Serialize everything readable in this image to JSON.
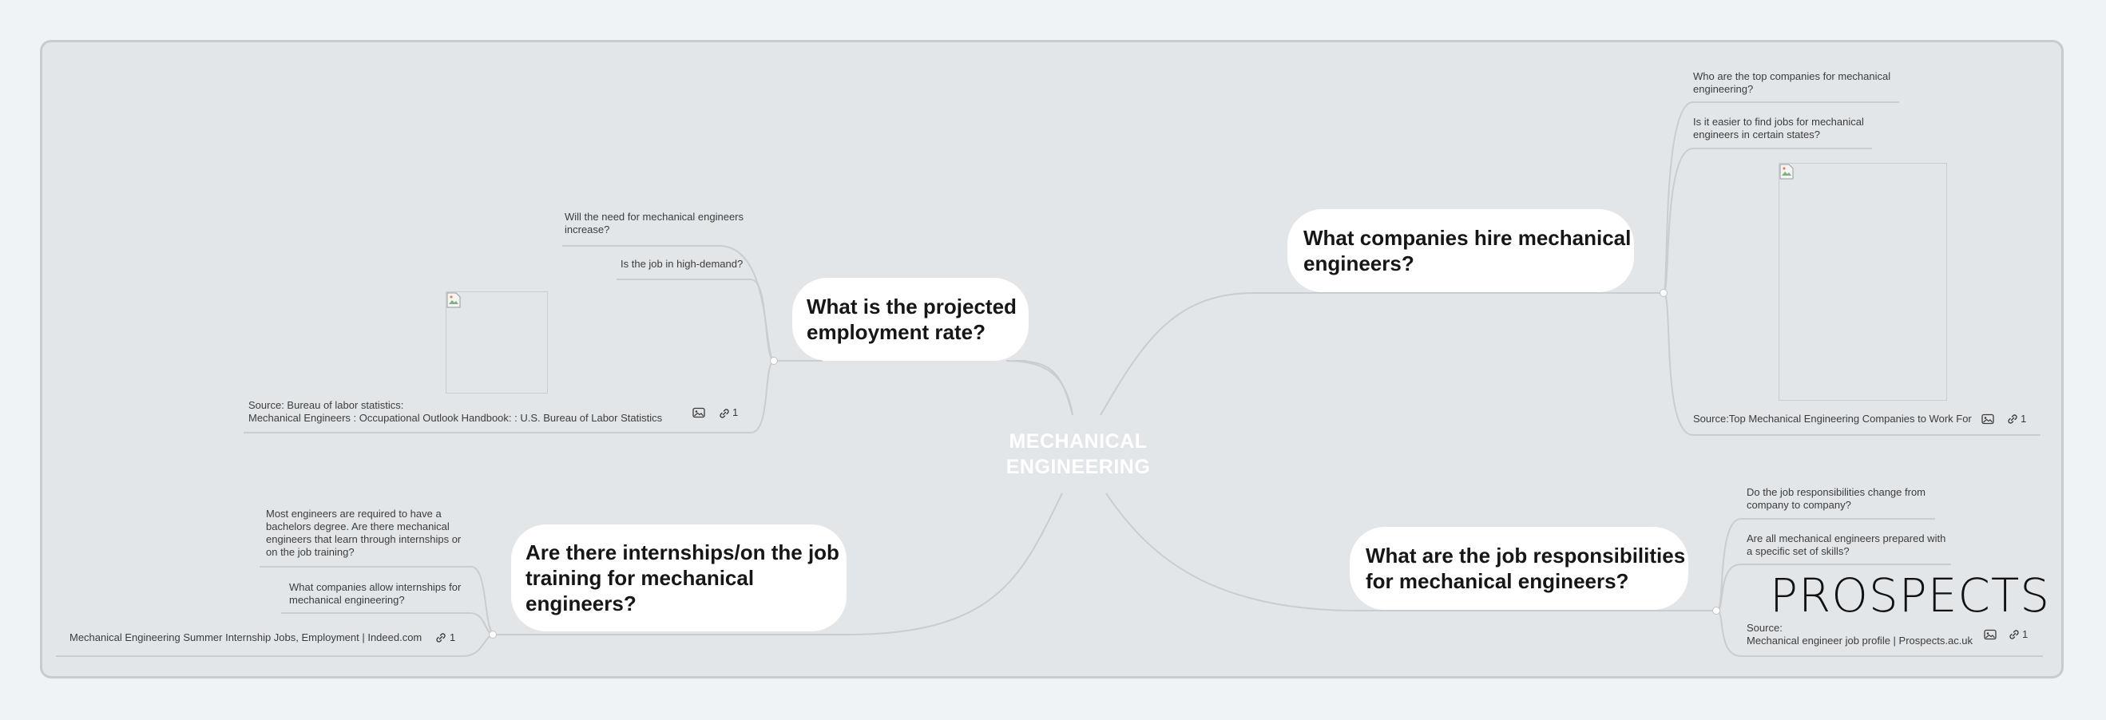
{
  "central": {
    "line1": "MECHANICAL",
    "line2": "ENGINEERING"
  },
  "topics": {
    "employment": {
      "title_line1": "What is the projected",
      "title_line2": "employment rate?",
      "questions": [
        {
          "line1": "Will the need for mechanical engineers",
          "line2": "increase?"
        },
        {
          "line1": "Is the job in high-demand?"
        }
      ],
      "source": {
        "line1": "Source: Bureau of labor statistics:",
        "line2": "Mechanical Engineers :     Occupational Outlook Handbook: :     U.S. Bureau of Labor Statistics",
        "link_count": "1"
      }
    },
    "companies": {
      "title_line1": "What companies hire mechanical",
      "title_line2": "engineers?",
      "questions": [
        {
          "line1": "Who are the top companies for mechanical",
          "line2": "engineering?"
        },
        {
          "line1": "Is it easier to find jobs for mechanical",
          "line2": "engineers in certain states?"
        }
      ],
      "source": {
        "line1": "Source:Top Mechanical Engineering Companies to Work For",
        "link_count": "1"
      }
    },
    "internships": {
      "title_line1": "Are there internships/on the job",
      "title_line2": "training for mechanical",
      "title_line3": "engineers?",
      "questions": [
        {
          "line1": "Most engineers are required to have a",
          "line2": "bachelors degree. Are there mechanical",
          "line3": "engineers that learn through internships or",
          "line4": "on the job training?"
        },
        {
          "line1": "What companies allow internships for",
          "line2": "mechanical engineering?"
        }
      ],
      "source": {
        "line1": "Mechanical Engineering Summer Internship Jobs, Employment | Indeed.com",
        "link_count": "1"
      }
    },
    "responsibilities": {
      "title_line1": "What are the job responsibilities",
      "title_line2": "for mechanical engineers?",
      "questions": [
        {
          "line1": "Do the job responsibilities change from",
          "line2": "company to company?"
        },
        {
          "line1": "Are all mechanical engineers prepared with",
          "line2": "a specific set of skills?"
        }
      ],
      "logo_text": "PROSPECTS",
      "source": {
        "line1": "Source:",
        "line2": "Mechanical engineer job profile | Prospects.ac.uk",
        "link_count": "1"
      }
    }
  },
  "icons": {
    "image": "image-icon",
    "link": "link-icon",
    "broken_image": "broken-image-icon"
  },
  "colors": {
    "background": "#eff3f6",
    "board": "#e3e6e9",
    "connector": "#c9ccd0",
    "topic_fill": "#ffffff",
    "central_text": "#ffffff"
  }
}
